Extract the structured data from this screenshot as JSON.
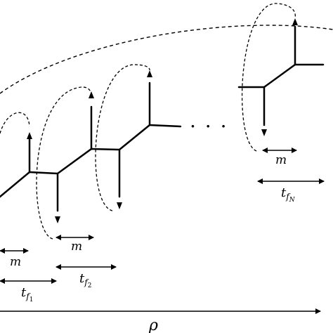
{
  "labels": {
    "m_left": "m",
    "m_mid": "m",
    "m_right": "m",
    "tf1_base": "t",
    "tf1_sub": "f",
    "tf1_subsub": "1",
    "tf2_base": "t",
    "tf2_sub": "f",
    "tf2_subsub": "2",
    "tfN_base": "t",
    "tfN_sub": "f",
    "tfN_subsub": "N",
    "ellipsis": ". . .",
    "rho": "ρ"
  },
  "colors": {
    "stroke": "#000000",
    "background": "#ffffff"
  }
}
